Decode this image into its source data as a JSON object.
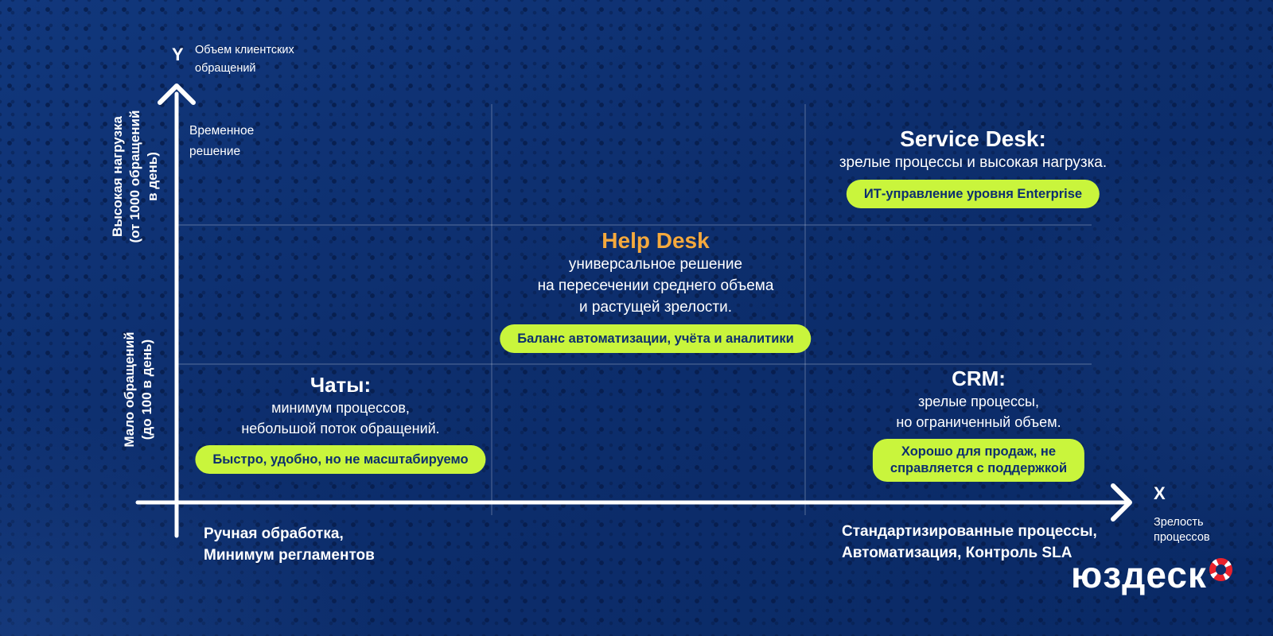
{
  "colors": {
    "background_navy": "#0d2e6d",
    "badge_green": "#c9f53c",
    "accent_orange": "#f5a93d",
    "badge_text_navy": "#0d2f6e",
    "logo_red": "#e8222d",
    "text_white": "#ffffff"
  },
  "y_axis": {
    "letter": "Y",
    "title_lines": [
      "Объем клиентских",
      "обращений"
    ],
    "high_label_lines": [
      "Высокая нагрузка",
      "(от 1000 обращений",
      "в день)"
    ],
    "low_label_lines": [
      "Мало обращений",
      "(до 100 в день)"
    ]
  },
  "x_axis": {
    "letter": "X",
    "title_lines": [
      "Зрелость",
      "процессов"
    ],
    "left_label_lines": [
      "Ручная обработка,",
      "Минимум регламентов"
    ],
    "right_label_lines": [
      "Стандартизированные процессы,",
      "Автоматизация, Контроль SLA"
    ]
  },
  "annotation": {
    "lines": [
      "Временное",
      "решение"
    ]
  },
  "quadrants": {
    "chats": {
      "title": "Чаты:",
      "desc_lines": [
        "минимум процессов,",
        "небольшой поток обращений."
      ],
      "badge_lines": [
        "Быстро, удобно, но не масштабируемо"
      ]
    },
    "helpdesk": {
      "title": "Help Desk",
      "desc_lines": [
        "универсальное решение",
        "на пересечении среднего объема",
        "и растущей зрелости."
      ],
      "badge_lines": [
        "Баланс автоматизации, учёта и аналитики"
      ]
    },
    "servicedesk": {
      "title": "Service Desk:",
      "desc_lines": [
        "зрелые процессы и высокая нагрузка."
      ],
      "badge_lines": [
        "ИТ-управление уровня Enterprise"
      ]
    },
    "crm": {
      "title": "CRM:",
      "desc_lines": [
        "зрелые процессы,",
        "но ограниченный объем."
      ],
      "badge_lines": [
        "Хорошо для продаж, не",
        "справляется с поддержкой"
      ]
    }
  },
  "logo": {
    "text": "юздеск",
    "icon": "lifebuoy-icon"
  }
}
